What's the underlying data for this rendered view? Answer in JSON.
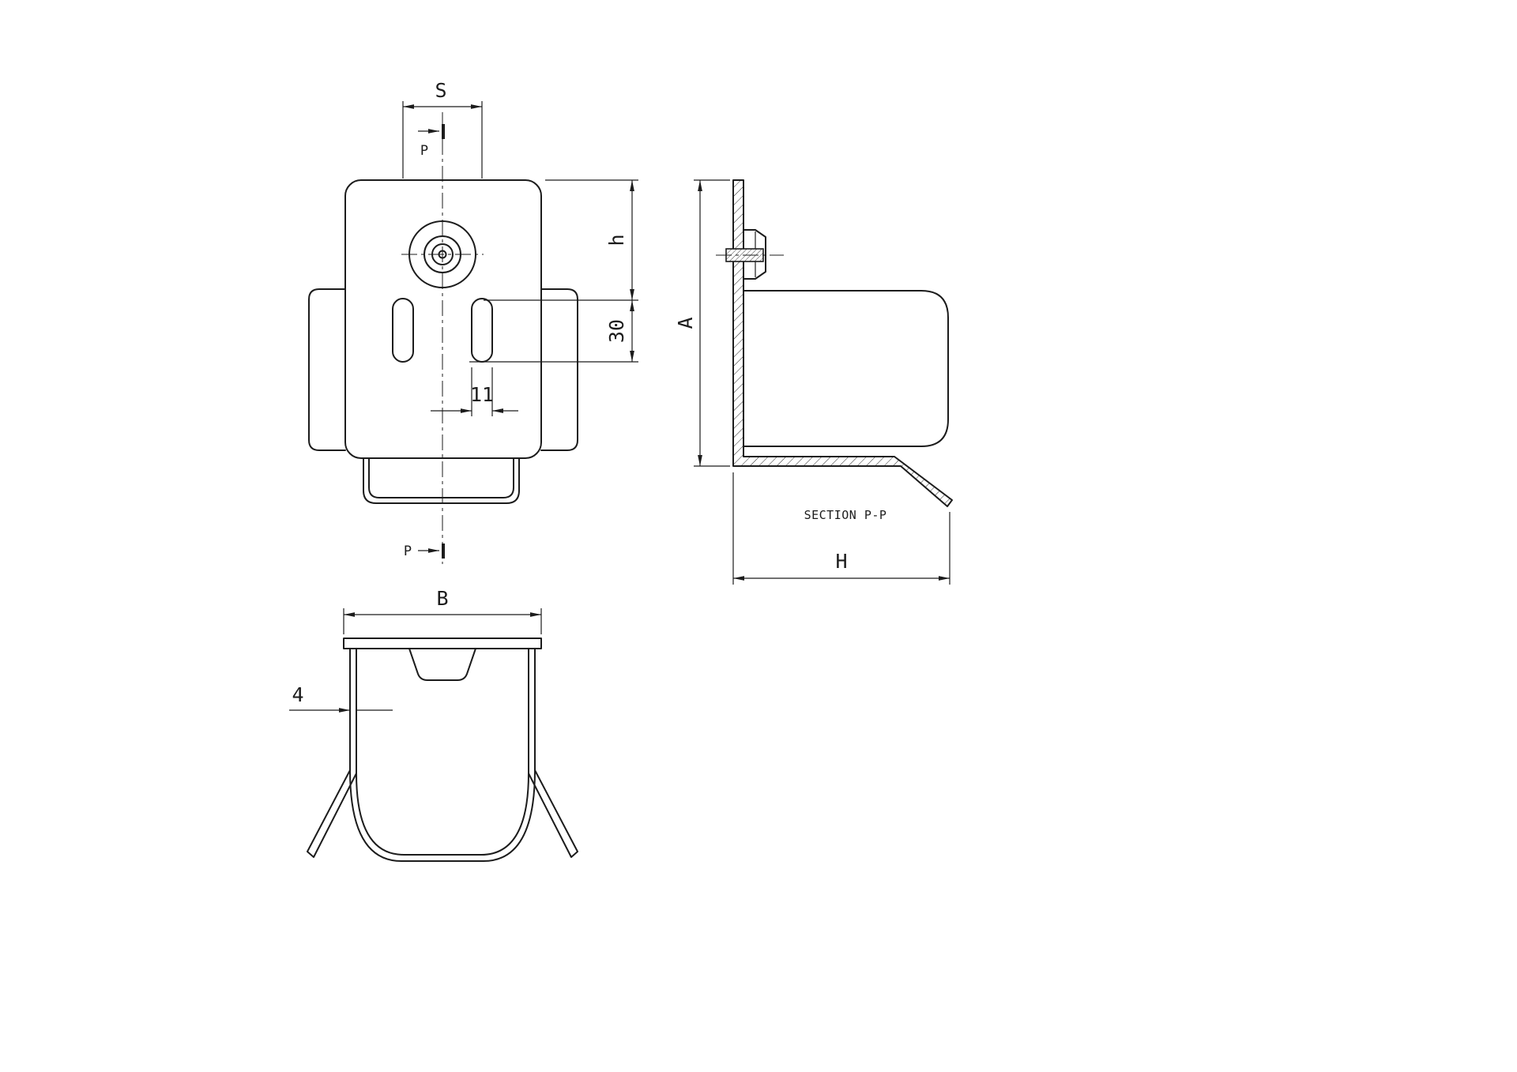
{
  "page": {
    "background": "#ffffff",
    "line_color": "#1c1c1c",
    "kind": "technical-drawing"
  },
  "views": {
    "front": {
      "label_s": "S",
      "label_h": "h",
      "label_slot_length": "30",
      "label_slot_width": "11",
      "section_marker_top": "P",
      "section_marker_bottom": "P"
    },
    "section": {
      "caption": "SECTION P-P",
      "label_height": "A",
      "label_depth": "H"
    },
    "bottom": {
      "label_width": "B",
      "label_thickness": "4"
    }
  }
}
